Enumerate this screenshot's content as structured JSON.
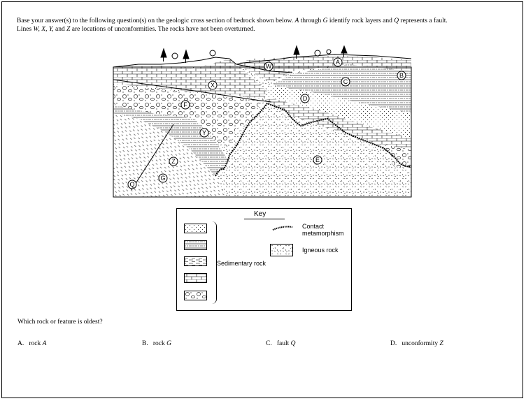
{
  "intro": {
    "l1a": "Base your answer(s) to the following question(s) on the geologic cross section of bedrock shown below.",
    "l1b": "A",
    "l1c": "through",
    "l1d": "G",
    "l1e": "identify rock layers and",
    "l1f": "Q",
    "l1g": "represents a fault.",
    "l2a": "Lines",
    "l2b": "W, X, Y,",
    "l2c": "and",
    "l2d": "Z",
    "l2e": "are locations of unconformities.  The rocks have not been overturned."
  },
  "diagram_labels": {
    "A": "A",
    "B": "B",
    "C": "C",
    "D": "D",
    "E": "E",
    "F": "F",
    "G": "G",
    "Q": "Q",
    "W": "W",
    "X": "X",
    "Y": "Y",
    "Z": "Z"
  },
  "key": {
    "title": "Key",
    "contact": "Contact\nmetamorphism",
    "contact_l1": "Contact",
    "contact_l2": "metamorphism",
    "igneous": "Igneous rock",
    "sedimentary": "Sedimentary rock"
  },
  "question": "Which rock or feature is oldest?",
  "choices": [
    {
      "letter": "A.",
      "text": "rock",
      "value": "A"
    },
    {
      "letter": "B.",
      "text": "rock",
      "value": "G"
    },
    {
      "letter": "C.",
      "text": "fault",
      "value": "Q"
    },
    {
      "letter": "D.",
      "text": "unconformity",
      "value": "Z"
    }
  ]
}
